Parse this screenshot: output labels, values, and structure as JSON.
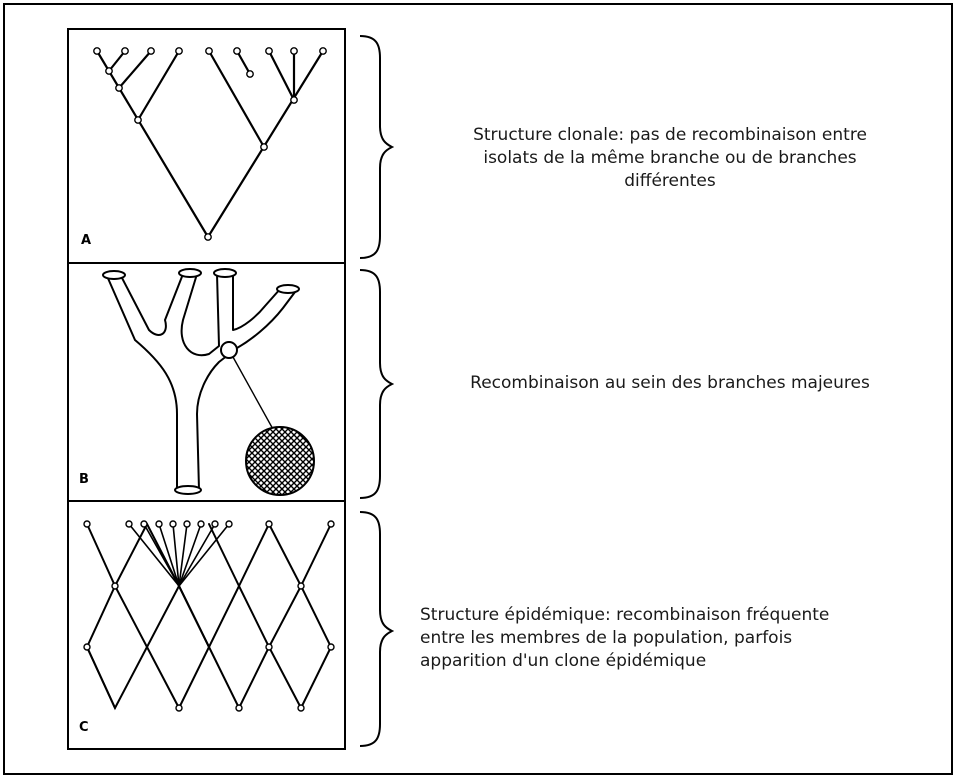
{
  "panels": [
    {
      "label": "A",
      "caption": [
        "Structure clonale: pas de recombinaison entre",
        "isolats de la même branche ou de branches",
        "différentes"
      ],
      "icon": "clonal-tree"
    },
    {
      "label": "B",
      "caption": [
        "Recombinaison au sein des branches majeures"
      ],
      "icon": "tube-tree-with-recombination-zoom"
    },
    {
      "label": "C",
      "caption": [
        "Structure épidémique: recombinaison fréquente",
        "entre les membres de la population, parfois",
        "apparition d'un clone épidémique"
      ],
      "icon": "network-lattice"
    }
  ],
  "colors": {
    "line": "#000000",
    "node_fill": "#ffffff",
    "text": "#1a1a1a"
  }
}
